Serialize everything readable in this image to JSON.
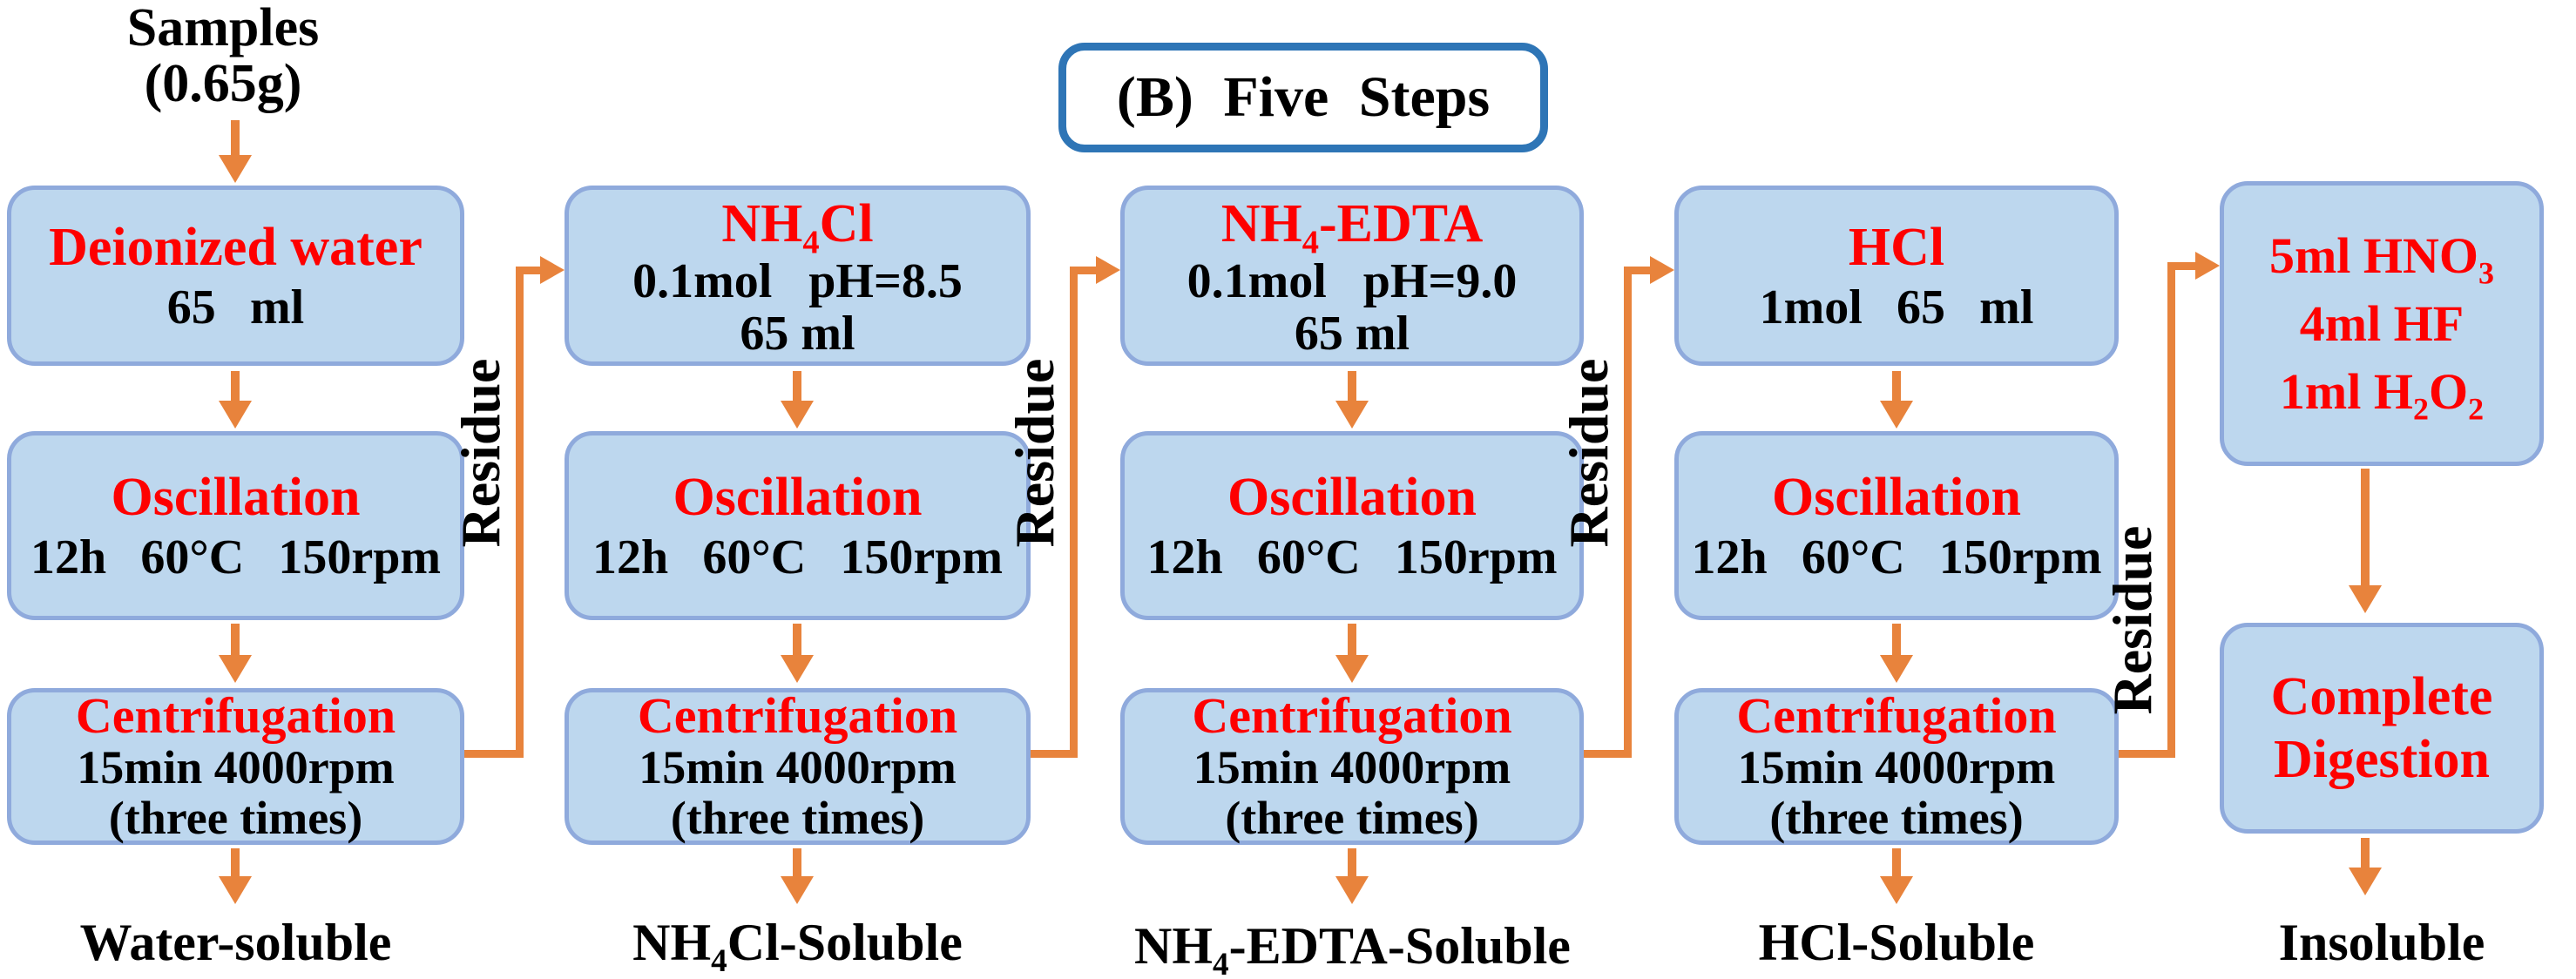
{
  "title": "(B) Five Steps",
  "samples": {
    "line1": "Samples",
    "line2": "(0.65g)"
  },
  "residue_label": "Residue",
  "colors": {
    "box_fill": "#BDD7EE",
    "box_border": "#8FAADC",
    "arrow_orange": "#E8833C",
    "title_border": "#2E75B6",
    "step_red": "#FE0000",
    "text_black": "#000000"
  },
  "columns": {
    "col1": {
      "reagent": {
        "line1": "Deionized water",
        "line2": "65 ml"
      },
      "oscillation": {
        "line1": "Oscillation",
        "line2": "12h 60°C 150rpm"
      },
      "centrifugation": {
        "line1": "Centrifugation",
        "line2": "15min 4000rpm",
        "line3": "(three times)"
      },
      "output": "Water-soluble"
    },
    "col2": {
      "reagent": {
        "line1_pre": "NH",
        "line1_sub": "4",
        "line1_post": "Cl",
        "line2": "0.1mol pH=8.5",
        "line3": "65 ml"
      },
      "oscillation": {
        "line1": "Oscillation",
        "line2": "12h 60°C 150rpm"
      },
      "centrifugation": {
        "line1": "Centrifugation",
        "line2": "15min 4000rpm",
        "line3": "(three times)"
      },
      "output": {
        "pre": "NH",
        "sub": "4",
        "post": "Cl-Soluble"
      }
    },
    "col3": {
      "reagent": {
        "line1_pre": "NH",
        "line1_sub": "4",
        "line1_post": "-EDTA",
        "line2": "0.1mol pH=9.0",
        "line3": "65 ml"
      },
      "oscillation": {
        "line1": "Oscillation",
        "line2": "12h 60°C 150rpm"
      },
      "centrifugation": {
        "line1": "Centrifugation",
        "line2": "15min 4000rpm",
        "line3": "(three times)"
      },
      "output": {
        "pre": "NH",
        "sub": "4",
        "post": "-EDTA-Soluble"
      }
    },
    "col4": {
      "reagent": {
        "line1": "HCl",
        "line2": "1mol 65 ml"
      },
      "oscillation": {
        "line1": "Oscillation",
        "line2": "12h 60°C 150rpm"
      },
      "centrifugation": {
        "line1": "Centrifugation",
        "line2": "15min 4000rpm",
        "line3": "(three times)"
      },
      "output": "HCl-Soluble"
    },
    "col5": {
      "reagent": {
        "line1_pre": "5ml HNO",
        "line1_sub": "3",
        "line2": "4ml HF",
        "line3_pre": "1ml H",
        "line3_sub1": "2",
        "line3_mid": "O",
        "line3_sub2": "2"
      },
      "digestion": {
        "line1": "Complete",
        "line2": "Digestion"
      },
      "output": "Insoluble"
    }
  }
}
